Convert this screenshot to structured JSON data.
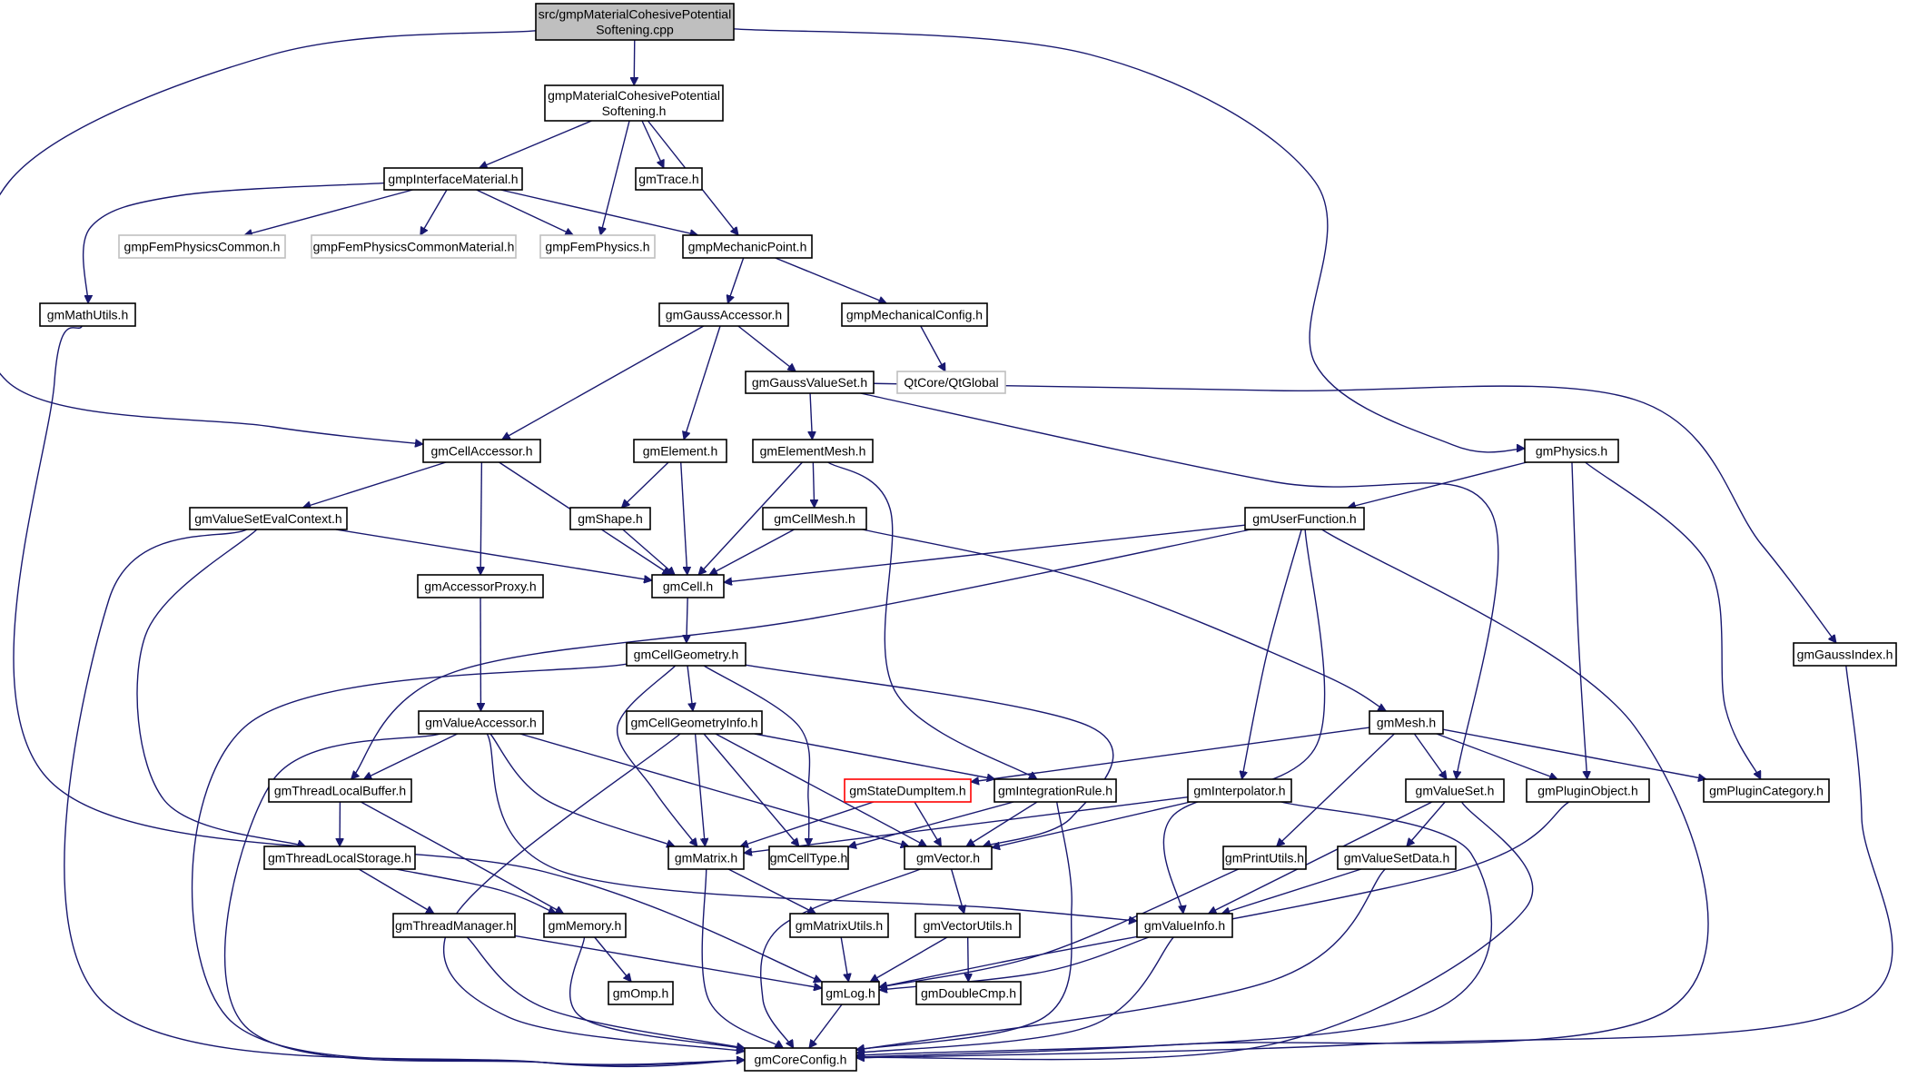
{
  "title": "Include dependency graph for src/gmpMaterialCohesivePotentialSoftening.cpp",
  "colors": {
    "edge": "#191970",
    "root_fill": "#bfbfbf",
    "node_border": "#000000",
    "external_border": "#bfbfbf",
    "truncated_border": "#ff0000"
  },
  "nodes": [
    {
      "id": "cpp",
      "lines": [
        "src/gmpMaterialCohesivePotential",
        "Softening.cpp"
      ],
      "kind": "root"
    },
    {
      "id": "softh",
      "lines": [
        "gmpMaterialCohesivePotential",
        "Softening.h"
      ],
      "kind": "normal"
    },
    {
      "id": "ifmat",
      "lines": [
        "gmpInterfaceMaterial.h"
      ],
      "kind": "normal"
    },
    {
      "id": "trace",
      "lines": [
        "gmTrace.h"
      ],
      "kind": "normal"
    },
    {
      "id": "femcommon",
      "lines": [
        "gmpFemPhysicsCommon.h"
      ],
      "kind": "external"
    },
    {
      "id": "femcommonmat",
      "lines": [
        "gmpFemPhysicsCommonMaterial.h"
      ],
      "kind": "external"
    },
    {
      "id": "femphys",
      "lines": [
        "gmpFemPhysics.h"
      ],
      "kind": "external"
    },
    {
      "id": "mechpoint",
      "lines": [
        "gmpMechanicPoint.h"
      ],
      "kind": "normal"
    },
    {
      "id": "mathutils",
      "lines": [
        "gmMathUtils.h"
      ],
      "kind": "normal"
    },
    {
      "id": "gaussacc",
      "lines": [
        "gmGaussAccessor.h"
      ],
      "kind": "normal"
    },
    {
      "id": "mechconfig",
      "lines": [
        "gmpMechanicalConfig.h"
      ],
      "kind": "normal"
    },
    {
      "id": "qtglobal",
      "lines": [
        "QtCore/QtGlobal"
      ],
      "kind": "external"
    },
    {
      "id": "gaussvs",
      "lines": [
        "gmGaussValueSet.h"
      ],
      "kind": "normal"
    },
    {
      "id": "cellacc",
      "lines": [
        "gmCellAccessor.h"
      ],
      "kind": "normal"
    },
    {
      "id": "element",
      "lines": [
        "gmElement.h"
      ],
      "kind": "normal"
    },
    {
      "id": "elemmesh",
      "lines": [
        "gmElementMesh.h"
      ],
      "kind": "normal"
    },
    {
      "id": "physics",
      "lines": [
        "gmPhysics.h"
      ],
      "kind": "normal"
    },
    {
      "id": "vsevalctx",
      "lines": [
        "gmValueSetEvalContext.h"
      ],
      "kind": "normal"
    },
    {
      "id": "shape",
      "lines": [
        "gmShape.h"
      ],
      "kind": "normal"
    },
    {
      "id": "cellmesh",
      "lines": [
        "gmCellMesh.h"
      ],
      "kind": "normal"
    },
    {
      "id": "userfunc",
      "lines": [
        "gmUserFunction.h"
      ],
      "kind": "normal"
    },
    {
      "id": "accproxy",
      "lines": [
        "gmAccessorProxy.h"
      ],
      "kind": "normal"
    },
    {
      "id": "cell",
      "lines": [
        "gmCell.h"
      ],
      "kind": "normal"
    },
    {
      "id": "gaussidx",
      "lines": [
        "gmGaussIndex.h"
      ],
      "kind": "normal"
    },
    {
      "id": "cellgeom",
      "lines": [
        "gmCellGeometry.h"
      ],
      "kind": "normal"
    },
    {
      "id": "valacc",
      "lines": [
        "gmValueAccessor.h"
      ],
      "kind": "normal"
    },
    {
      "id": "cellgeominfo",
      "lines": [
        "gmCellGeometryInfo.h"
      ],
      "kind": "normal"
    },
    {
      "id": "mesh",
      "lines": [
        "gmMesh.h"
      ],
      "kind": "normal"
    },
    {
      "id": "tlbuffer",
      "lines": [
        "gmThreadLocalBuffer.h"
      ],
      "kind": "normal"
    },
    {
      "id": "statedump",
      "lines": [
        "gmStateDumpItem.h"
      ],
      "kind": "truncated"
    },
    {
      "id": "intrule",
      "lines": [
        "gmIntegrationRule.h"
      ],
      "kind": "normal"
    },
    {
      "id": "interp",
      "lines": [
        "gmInterpolator.h"
      ],
      "kind": "normal"
    },
    {
      "id": "valueset",
      "lines": [
        "gmValueSet.h"
      ],
      "kind": "normal"
    },
    {
      "id": "pluginobj",
      "lines": [
        "gmPluginObject.h"
      ],
      "kind": "normal"
    },
    {
      "id": "plugincat",
      "lines": [
        "gmPluginCategory.h"
      ],
      "kind": "normal"
    },
    {
      "id": "tlstorage",
      "lines": [
        "gmThreadLocalStorage.h"
      ],
      "kind": "normal"
    },
    {
      "id": "matrix",
      "lines": [
        "gmMatrix.h"
      ],
      "kind": "normal"
    },
    {
      "id": "celltype",
      "lines": [
        "gmCellType.h"
      ],
      "kind": "normal"
    },
    {
      "id": "vector",
      "lines": [
        "gmVector.h"
      ],
      "kind": "normal"
    },
    {
      "id": "printutils",
      "lines": [
        "gmPrintUtils.h"
      ],
      "kind": "normal"
    },
    {
      "id": "vsdata",
      "lines": [
        "gmValueSetData.h"
      ],
      "kind": "normal"
    },
    {
      "id": "threadmgr",
      "lines": [
        "gmThreadManager.h"
      ],
      "kind": "normal"
    },
    {
      "id": "memory",
      "lines": [
        "gmMemory.h"
      ],
      "kind": "normal"
    },
    {
      "id": "matrixutils",
      "lines": [
        "gmMatrixUtils.h"
      ],
      "kind": "normal"
    },
    {
      "id": "vectorutils",
      "lines": [
        "gmVectorUtils.h"
      ],
      "kind": "normal"
    },
    {
      "id": "valueinfo",
      "lines": [
        "gmValueInfo.h"
      ],
      "kind": "normal"
    },
    {
      "id": "omp",
      "lines": [
        "gmOmp.h"
      ],
      "kind": "normal"
    },
    {
      "id": "log",
      "lines": [
        "gmLog.h"
      ],
      "kind": "normal"
    },
    {
      "id": "doublecmp",
      "lines": [
        "gmDoubleCmp.h"
      ],
      "kind": "normal"
    },
    {
      "id": "coreconfig",
      "lines": [
        "gmCoreConfig.h"
      ],
      "kind": "normal"
    }
  ],
  "edges": [
    [
      "cpp",
      "softh"
    ],
    [
      "cpp",
      "cellacc"
    ],
    [
      "cpp",
      "physics"
    ],
    [
      "softh",
      "ifmat"
    ],
    [
      "softh",
      "femphys"
    ],
    [
      "softh",
      "trace"
    ],
    [
      "softh",
      "mechpoint"
    ],
    [
      "ifmat",
      "mathutils"
    ],
    [
      "ifmat",
      "femcommon"
    ],
    [
      "ifmat",
      "femcommonmat"
    ],
    [
      "ifmat",
      "femphys"
    ],
    [
      "ifmat",
      "mechpoint"
    ],
    [
      "mechpoint",
      "gaussacc"
    ],
    [
      "mechpoint",
      "mechconfig"
    ],
    [
      "mechconfig",
      "qtglobal"
    ],
    [
      "mathutils",
      "log"
    ],
    [
      "gaussacc",
      "cellacc"
    ],
    [
      "gaussacc",
      "element"
    ],
    [
      "gaussacc",
      "gaussvs"
    ],
    [
      "gaussvs",
      "elemmesh"
    ],
    [
      "gaussvs",
      "valueset"
    ],
    [
      "gaussvs",
      "gaussidx"
    ],
    [
      "cellacc",
      "vsevalctx"
    ],
    [
      "cellacc",
      "accproxy"
    ],
    [
      "cellacc",
      "cell"
    ],
    [
      "element",
      "shape"
    ],
    [
      "element",
      "cell"
    ],
    [
      "elemmesh",
      "cell"
    ],
    [
      "elemmesh",
      "cellmesh"
    ],
    [
      "elemmesh",
      "intrule"
    ],
    [
      "shape",
      "cell"
    ],
    [
      "cellmesh",
      "cell"
    ],
    [
      "cellmesh",
      "mesh"
    ],
    [
      "physics",
      "userfunc"
    ],
    [
      "physics",
      "pluginobj"
    ],
    [
      "physics",
      "plugincat"
    ],
    [
      "userfunc",
      "cell"
    ],
    [
      "userfunc",
      "tlbuffer"
    ],
    [
      "userfunc",
      "interp"
    ],
    [
      "userfunc",
      "valueinfo"
    ],
    [
      "userfunc",
      "coreconfig"
    ],
    [
      "vsevalctx",
      "cell"
    ],
    [
      "vsevalctx",
      "tlstorage"
    ],
    [
      "vsevalctx",
      "coreconfig"
    ],
    [
      "accproxy",
      "valacc"
    ],
    [
      "cell",
      "cellgeom"
    ],
    [
      "gaussidx",
      "coreconfig"
    ],
    [
      "cellgeom",
      "cellgeominfo"
    ],
    [
      "cellgeom",
      "matrix"
    ],
    [
      "cellgeom",
      "celltype"
    ],
    [
      "cellgeom",
      "vector"
    ],
    [
      "cellgeom",
      "coreconfig"
    ],
    [
      "valacc",
      "tlbuffer"
    ],
    [
      "valacc",
      "matrix"
    ],
    [
      "valacc",
      "vector"
    ],
    [
      "valacc",
      "valueinfo"
    ],
    [
      "valacc",
      "coreconfig"
    ],
    [
      "cellgeominfo",
      "matrix"
    ],
    [
      "cellgeominfo",
      "celltype"
    ],
    [
      "cellgeominfo",
      "vector"
    ],
    [
      "cellgeominfo",
      "intrule"
    ],
    [
      "cellgeominfo",
      "coreconfig"
    ],
    [
      "mesh",
      "statedump"
    ],
    [
      "mesh",
      "valueset"
    ],
    [
      "mesh",
      "pluginobj"
    ],
    [
      "mesh",
      "plugincat"
    ],
    [
      "mesh",
      "printutils"
    ],
    [
      "tlbuffer",
      "tlstorage"
    ],
    [
      "tlbuffer",
      "memory"
    ],
    [
      "statedump",
      "matrix"
    ],
    [
      "statedump",
      "vector"
    ],
    [
      "intrule",
      "celltype"
    ],
    [
      "intrule",
      "vector"
    ],
    [
      "intrule",
      "coreconfig"
    ],
    [
      "interp",
      "matrix"
    ],
    [
      "interp",
      "vector"
    ],
    [
      "interp",
      "coreconfig"
    ],
    [
      "valueset",
      "vsdata"
    ],
    [
      "valueset",
      "valueinfo"
    ],
    [
      "valueset",
      "coreconfig"
    ],
    [
      "pluginobj",
      "log"
    ],
    [
      "tlstorage",
      "threadmgr"
    ],
    [
      "tlstorage",
      "memory"
    ],
    [
      "matrix",
      "matrixutils"
    ],
    [
      "matrix",
      "coreconfig"
    ],
    [
      "vector",
      "vectorutils"
    ],
    [
      "vector",
      "coreconfig"
    ],
    [
      "printutils",
      "log"
    ],
    [
      "vsdata",
      "valueinfo"
    ],
    [
      "vsdata",
      "coreconfig"
    ],
    [
      "threadmgr",
      "log"
    ],
    [
      "threadmgr",
      "coreconfig"
    ],
    [
      "memory",
      "omp"
    ],
    [
      "memory",
      "coreconfig"
    ],
    [
      "matrixutils",
      "log"
    ],
    [
      "vectorutils",
      "log"
    ],
    [
      "vectorutils",
      "doublecmp"
    ],
    [
      "valueinfo",
      "log"
    ],
    [
      "valueinfo",
      "coreconfig"
    ],
    [
      "log",
      "coreconfig"
    ]
  ]
}
